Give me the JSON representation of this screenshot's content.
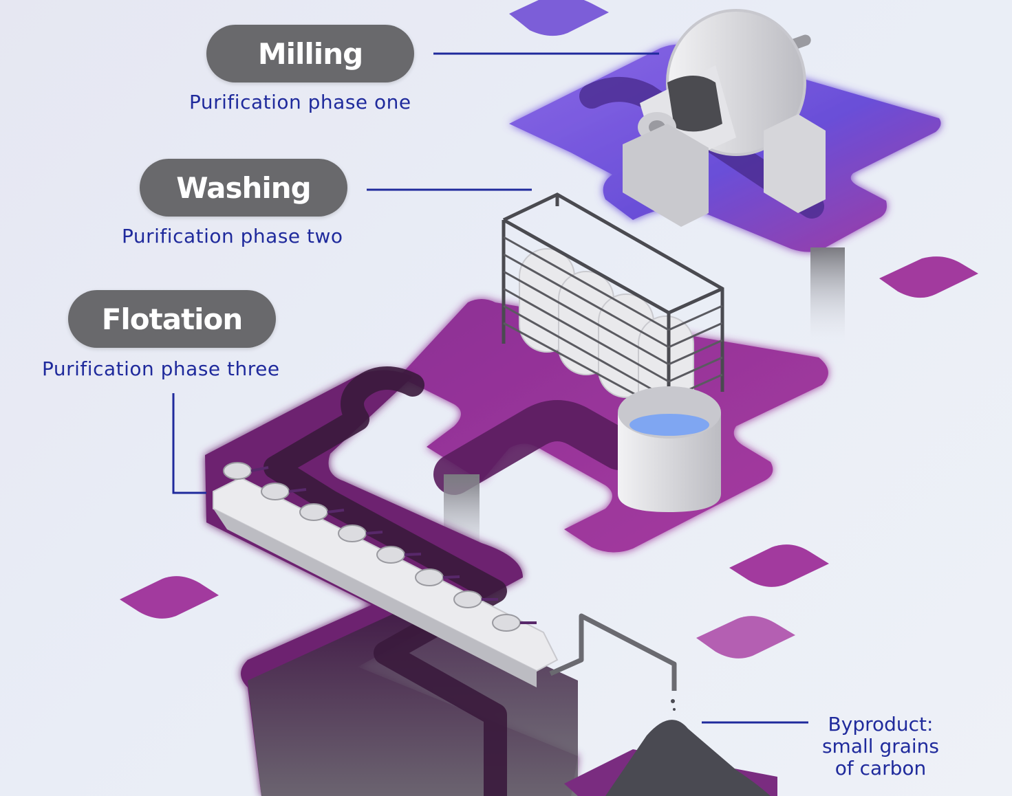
{
  "stages": [
    {
      "title": "Milling",
      "subtitle": "Purification phase one"
    },
    {
      "title": "Washing",
      "subtitle": "Purification phase two"
    },
    {
      "title": "Flotation",
      "subtitle": "Purification phase three"
    }
  ],
  "byproduct": {
    "lines": [
      "Byproduct:",
      "small grains",
      "of carbon"
    ]
  },
  "colors": {
    "label_pill": "#69696c",
    "label_text": "#1f2a9c",
    "leader_line": "#1f2a9c",
    "platform_violet": "#7a4fd6",
    "platform_magenta": "#a0399e",
    "channel_dark": "#4a1a4e",
    "machine_gray": "#d6d6da"
  }
}
